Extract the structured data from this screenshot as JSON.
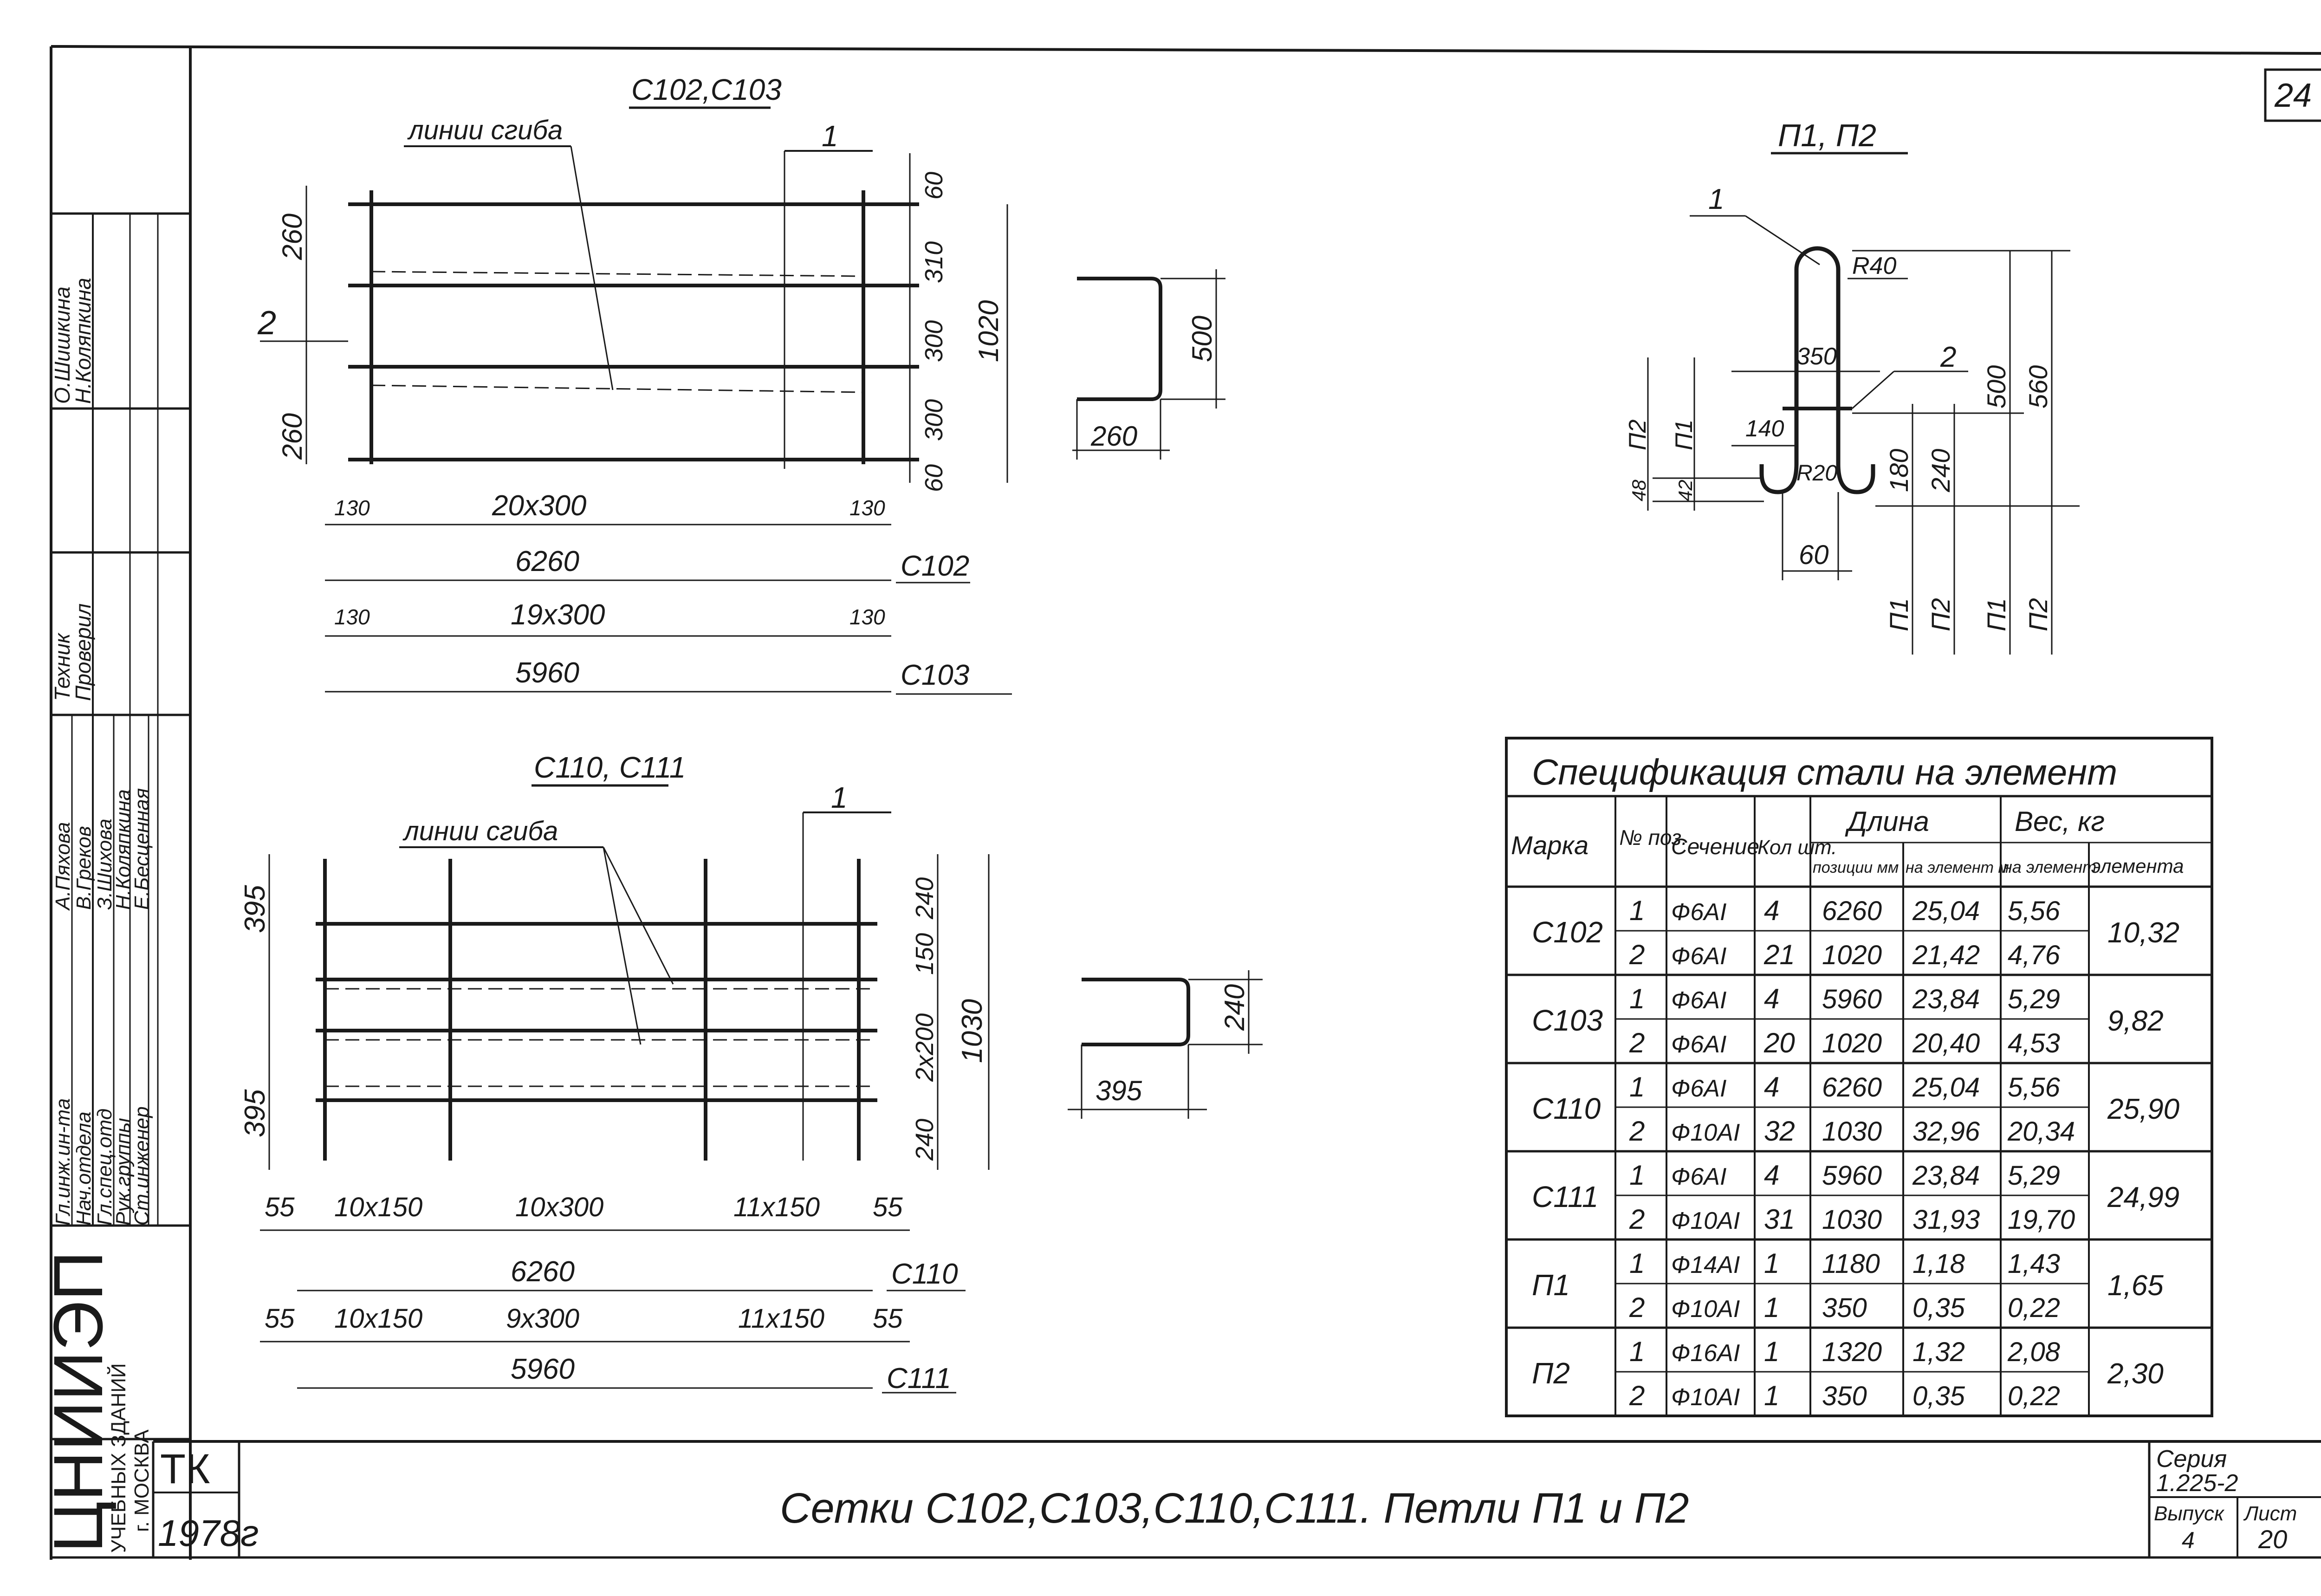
{
  "sheet": {
    "number": "24"
  },
  "drawing_c102": {
    "title": "С102,С103",
    "fold_label": "линии сгиба",
    "section_mark": "1",
    "bar_mark": "2",
    "dim_left_top": "260",
    "dim_left_bottom": "260",
    "dims_right": [
      "60",
      "310",
      "300",
      "300",
      "60"
    ],
    "dim_total_right": "1020",
    "end_left": "130",
    "pitch_c102": "20x300",
    "end_right": "130",
    "total_c102": "6260",
    "label_c102": "С102",
    "end_left_b": "130",
    "pitch_c103": "19x300",
    "end_right_b": "130",
    "total_c103": "5960",
    "label_c103": "С103",
    "profile_height": "500",
    "profile_width": "260"
  },
  "drawing_c110": {
    "title": "С110, С111",
    "fold_label": "линии сгиба",
    "section_mark": "1",
    "dim_left_top": "395",
    "dim_left_bottom": "395",
    "dims_right": [
      "240",
      "150",
      "2x200",
      "240"
    ],
    "dim_total_right": "1030",
    "row1": [
      "55",
      "10x150",
      "10x300",
      "11x150",
      "55"
    ],
    "total_c110": "6260",
    "label_c110": "С110",
    "row2": [
      "55",
      "10x150",
      "9x300",
      "11x150",
      "55"
    ],
    "total_c111": "5960",
    "label_c111": "С111",
    "profile_height": "240",
    "profile_width": "395"
  },
  "drawing_loops": {
    "title": "П1, П2",
    "mark_1": "1",
    "mark_2": "2",
    "radius_top": "R40",
    "radius_bottom": "R20",
    "dim_350": "350",
    "dim_140": "140",
    "dim_60": "60",
    "dim_500": "500",
    "dim_560": "560",
    "dim_180": "180",
    "dim_240": "240",
    "dim_48": "48",
    "dim_42": "42",
    "left_labels": [
      "П2",
      "П1"
    ],
    "bottom_labels": [
      "П1",
      "П2",
      "П1",
      "П2"
    ]
  },
  "spec_table": {
    "title": "Спецификация стали на элемент",
    "headers": {
      "mark": "Марка",
      "pos": "№ поз.",
      "section": "Сечение",
      "qty": "Кол шт.",
      "length": "Длина",
      "len_pos": "позиции мм",
      "len_el": "на элемент м",
      "weight": "Вес, кг",
      "w_el": "на элемент",
      "w_total": "элемента"
    },
    "rows": [
      {
        "mark": "С102",
        "total": "10,32",
        "items": [
          {
            "pos": "1",
            "section": "Ф6АI",
            "qty": "4",
            "len_pos": "6260",
            "len_el": "25,04",
            "w_el": "5,56"
          },
          {
            "pos": "2",
            "section": "Ф6АI",
            "qty": "21",
            "len_pos": "1020",
            "len_el": "21,42",
            "w_el": "4,76"
          }
        ]
      },
      {
        "mark": "С103",
        "total": "9,82",
        "items": [
          {
            "pos": "1",
            "section": "Ф6АI",
            "qty": "4",
            "len_pos": "5960",
            "len_el": "23,84",
            "w_el": "5,29"
          },
          {
            "pos": "2",
            "section": "Ф6АI",
            "qty": "20",
            "len_pos": "1020",
            "len_el": "20,40",
            "w_el": "4,53"
          }
        ]
      },
      {
        "mark": "С110",
        "total": "25,90",
        "items": [
          {
            "pos": "1",
            "section": "Ф6АI",
            "qty": "4",
            "len_pos": "6260",
            "len_el": "25,04",
            "w_el": "5,56"
          },
          {
            "pos": "2",
            "section": "Ф10АI",
            "qty": "32",
            "len_pos": "1030",
            "len_el": "32,96",
            "w_el": "20,34"
          }
        ]
      },
      {
        "mark": "С111",
        "total": "24,99",
        "items": [
          {
            "pos": "1",
            "section": "Ф6АI",
            "qty": "4",
            "len_pos": "5960",
            "len_el": "23,84",
            "w_el": "5,29"
          },
          {
            "pos": "2",
            "section": "Ф10АI",
            "qty": "31",
            "len_pos": "1030",
            "len_el": "31,93",
            "w_el": "19,70"
          }
        ]
      },
      {
        "mark": "П1",
        "total": "1,65",
        "items": [
          {
            "pos": "1",
            "section": "Ф14АI",
            "qty": "1",
            "len_pos": "1180",
            "len_el": "1,18",
            "w_el": "1,43"
          },
          {
            "pos": "2",
            "section": "Ф10АI",
            "qty": "1",
            "len_pos": "350",
            "len_el": "0,35",
            "w_el": "0,22"
          }
        ]
      },
      {
        "mark": "П2",
        "total": "2,30",
        "items": [
          {
            "pos": "1",
            "section": "Ф16АI",
            "qty": "1",
            "len_pos": "1320",
            "len_el": "1,32",
            "w_el": "2,08"
          },
          {
            "pos": "2",
            "section": "Ф10АI",
            "qty": "1",
            "len_pos": "350",
            "len_el": "0,35",
            "w_el": "0,22"
          }
        ]
      }
    ]
  },
  "side_stamp": {
    "roles": [
      "Гл.инж.ин-та",
      "Нач.отдела",
      "Гл.спец.отд",
      "Рук.группы",
      "Ст.инженер"
    ],
    "names": [
      "А.Пяхова",
      "В.Греков",
      "З.Шихова",
      "Н.Коляпкина",
      "Е.Бесценная"
    ],
    "roles_top": [
      "Техник",
      "Проверил"
    ],
    "names_top": [
      "О.Шишкина",
      "Н.Коляпкина"
    ],
    "institute": "ЦНИИЭП",
    "institute_sub": "УЧЕБНЫХ ЗДАНИЙ",
    "city": "г. МОСКВА"
  },
  "title_block": {
    "tk": "ТК",
    "year": "1978г",
    "title": "Сетки С102,С103,С110,С111. Петли П1 и П2",
    "series_label": "Серия",
    "series": "1.225-2",
    "issue_label": "Выпуск",
    "issue": "4",
    "sheet_label": "Лист",
    "sheet": "20"
  }
}
